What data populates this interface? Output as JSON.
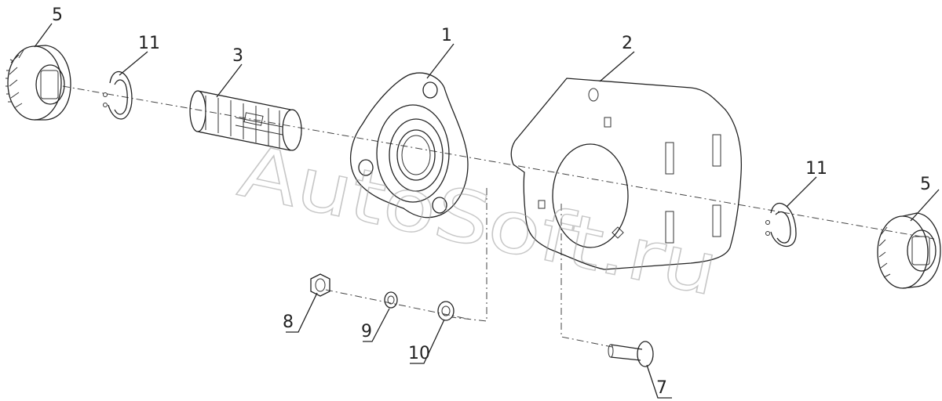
{
  "watermark": "AutoSoft.ru",
  "callouts": {
    "gear_left": "5",
    "ring_left": "11",
    "shaft": "3",
    "flange": "1",
    "plate": "2",
    "ring_right": "11",
    "gear_right": "5",
    "nut": "8",
    "washer": "9",
    "washer_flat": "10",
    "bolt": "7"
  }
}
